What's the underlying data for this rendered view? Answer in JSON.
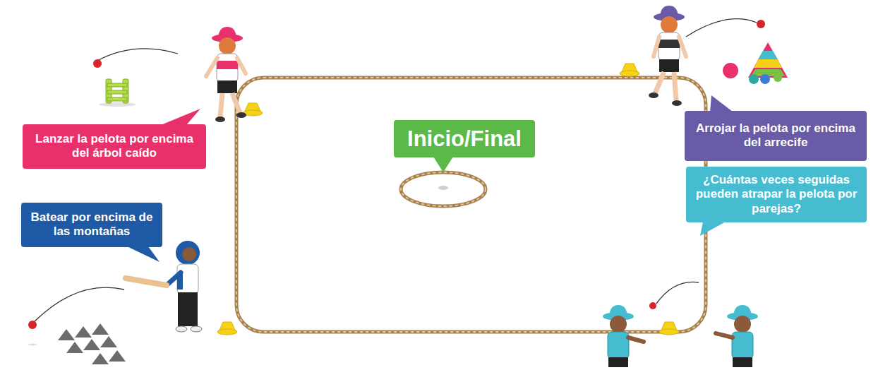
{
  "diagram": {
    "nodes": [
      {
        "text": [
          "Lanzar la pelota por encima del árbol caído"
        ]
      },
      {
        "text": [
          "Inicio/Final"
        ]
      },
      {
        "text": [
          "Arrojar la pelota por encima del arrecife"
        ]
      },
      {
        "text": [
          "Batear por encima de las montañas"
        ]
      },
      {
        "text": [
          "¿Cuántas veces seguidas pueden atrapar la pelota por parejas?"
        ]
      }
    ]
  }
}
